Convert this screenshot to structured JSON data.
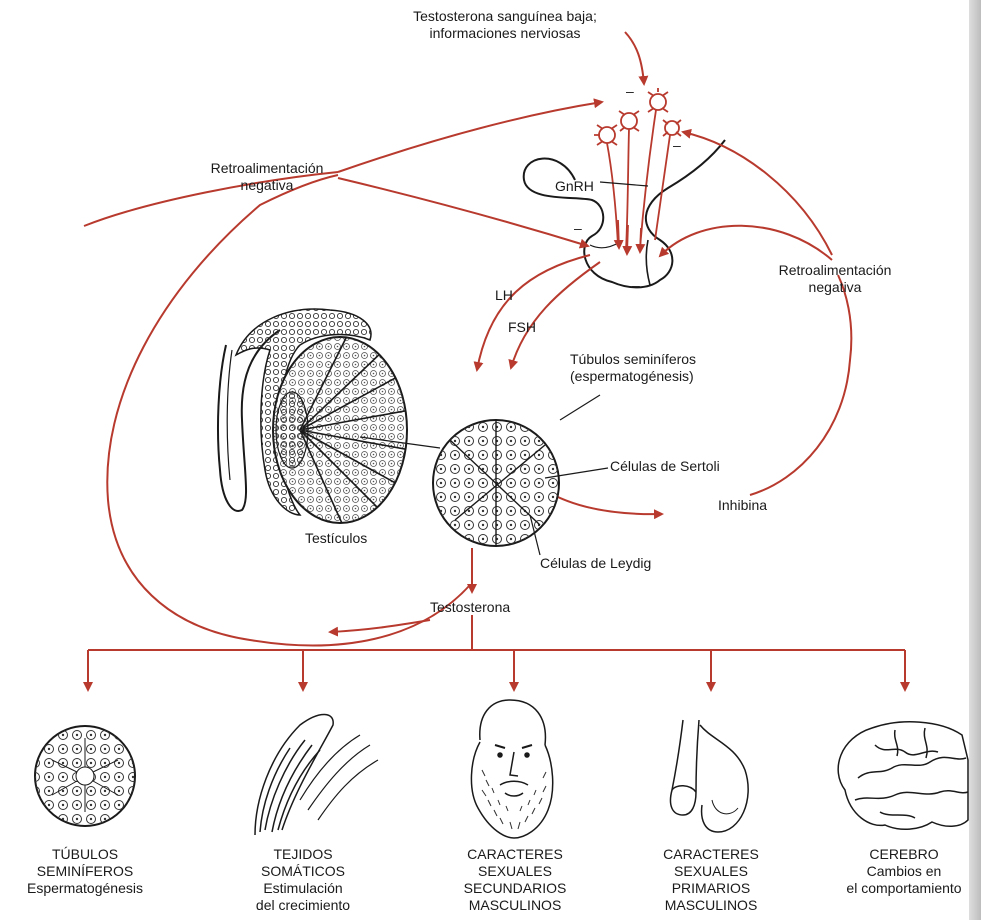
{
  "colors": {
    "arrow": "#b83a2e",
    "ink": "#1a1a1a",
    "background": "#ffffff"
  },
  "labels": {
    "top_stimulus_line1": "Testosterona sanguínea baja;",
    "top_stimulus_line2": "informaciones nerviosas",
    "gnrh": "GnRH",
    "feedback_left_line1": "Retroalimentación",
    "feedback_left_line2": "negativa",
    "feedback_right_line1": "Retroalimentación",
    "feedback_right_line2": "negativa",
    "lh": "LH",
    "fsh": "FSH",
    "seminiferous_line1": "Túbulos seminíferos",
    "seminiferous_line2": "(espermatogénesis)",
    "sertoli": "Células de Sertoli",
    "inhibina": "Inhibina",
    "leydig": "Células de Leydig",
    "testicles": "Testículos",
    "testosterone": "Testosterona"
  },
  "targets": [
    {
      "icon": "seminiferous-tubule-icon",
      "lines": [
        "TÚBULOS",
        "SEMINÍFEROS",
        "Espermatogénesis"
      ]
    },
    {
      "icon": "muscle-tissue-icon",
      "lines": [
        "TEJIDOS",
        "SOMÁTICOS",
        "Estimulación",
        "del crecimiento"
      ]
    },
    {
      "icon": "bearded-face-icon",
      "lines": [
        "CARACTERES",
        "SEXUALES",
        "SECUNDARIOS",
        "MASCULINOS"
      ]
    },
    {
      "icon": "male-genitals-icon",
      "lines": [
        "CARACTERES",
        "SEXUALES",
        "PRIMARIOS",
        "MASCULINOS"
      ]
    },
    {
      "icon": "brain-icon",
      "lines": [
        "CEREBRO",
        "Cambios en",
        "el comportamiento"
      ]
    }
  ],
  "minus": "–"
}
